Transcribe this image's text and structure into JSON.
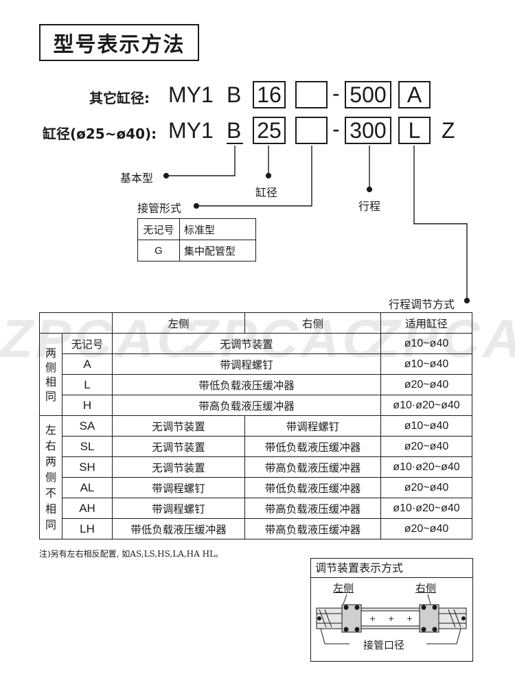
{
  "title": "型号表示方法",
  "model_rows": [
    {
      "label": "其它缸径:",
      "series": "MY1",
      "type": "B",
      "bore": "16",
      "stroke": "500",
      "adjust": "A",
      "suffix": ""
    },
    {
      "label": "缸径(ø25~ø40):",
      "series": "MY1",
      "type": "B",
      "bore": "25",
      "stroke": "300",
      "adjust": "L",
      "suffix": "Z"
    }
  ],
  "dash": "-",
  "callouts": {
    "basic_type": "基本型",
    "bore": "缸径",
    "piping": "接管形式",
    "stroke": "行程",
    "adjust_method": "行程调节方式"
  },
  "piping_table": [
    {
      "code": "无记号",
      "desc": "标准型"
    },
    {
      "code": "G",
      "desc": "集中配管型"
    }
  ],
  "watermark": "ZPCAC",
  "main_table": {
    "headers": {
      "left": "左侧",
      "right": "右侧",
      "bore": "适用缸径"
    },
    "group_same": "两侧相同",
    "group_diff": "左右两侧不相同",
    "same_rows": [
      {
        "code": "无记号",
        "spec": "无调节装置",
        "bore": "ø10~ø40"
      },
      {
        "code": "A",
        "spec": "带调程螺钉",
        "bore": "ø10~ø40"
      },
      {
        "code": "L",
        "spec": "带低负载液压缓冲器",
        "bore": "ø20~ø40"
      },
      {
        "code": "H",
        "spec": "带高负载液压缓冲器",
        "bore": "ø10·ø20~ø40"
      }
    ],
    "diff_rows": [
      {
        "code": "SA",
        "left": "无调节装置",
        "right": "带调程螺钉",
        "bore": "ø10~ø40"
      },
      {
        "code": "SL",
        "left": "无调节装置",
        "right": "带低负载液压缓冲器",
        "bore": "ø20~ø40"
      },
      {
        "code": "SH",
        "left": "无调节装置",
        "right": "带高负载液压缓冲器",
        "bore": "ø10·ø20~ø40"
      },
      {
        "code": "AL",
        "left": "带调程螺钉",
        "right": "带低负载液压缓冲器",
        "bore": "ø20~ø40"
      },
      {
        "code": "AH",
        "left": "带调程螺钉",
        "right": "带高负载液压缓冲器",
        "bore": "ø10·ø20~ø40"
      },
      {
        "code": "LH",
        "left": "带低负载液压缓冲器",
        "right": "带高负载液压缓冲器",
        "bore": "ø20~ø40"
      }
    ]
  },
  "note": "注)另有左右相反配置, 如AS,LS,HS,LA,HA HL。",
  "illustration": {
    "title": "调节装置表示方式",
    "left": "左侧",
    "right": "右侧",
    "port": "接管口径"
  }
}
